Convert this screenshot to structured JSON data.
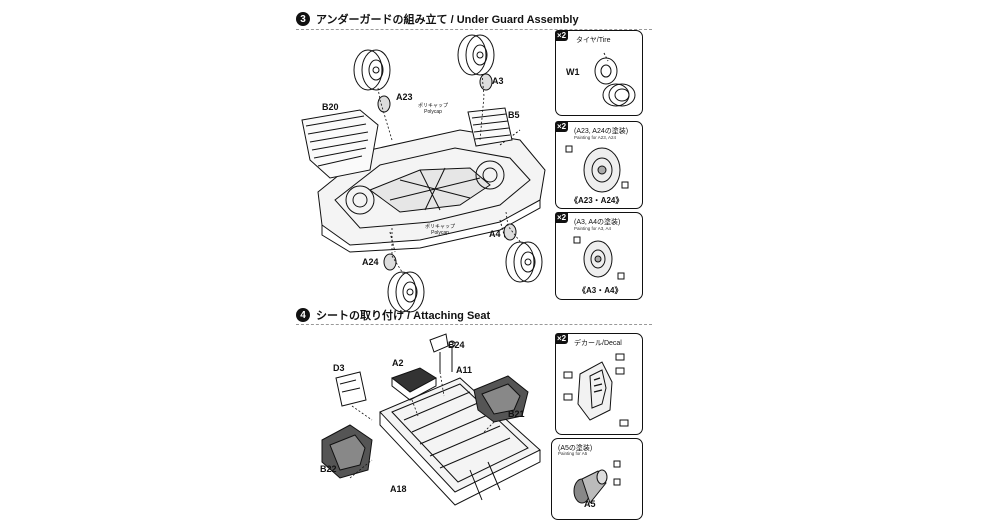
{
  "step3": {
    "number": "3",
    "title": "アンダーガードの組み立て / Under Guard Assembly",
    "parts": {
      "a23_top": "A23",
      "a3": "A3",
      "b20": "B20",
      "b5": "B5",
      "a24": "A24",
      "a4": "A4"
    },
    "polycap_top_jp": "ポリキャップ",
    "polycap_top_en": "Polycap",
    "polycap_bottom_jp": "ポリキャップ",
    "polycap_bottom_en": "Polycap",
    "boxes": {
      "tire": {
        "tag": "×2",
        "title": "タイヤ/Tire",
        "part": "W1"
      },
      "a23_a24": {
        "tag": "×2",
        "title": "(A23, A24の塗装)",
        "subtitle": "Painting for A23, A24",
        "caption": "《A23・A24》"
      },
      "a3_a4": {
        "tag": "×2",
        "title": "(A3, A4の塗装)",
        "subtitle": "Painting for A3, A4",
        "caption": "《A3・A4》"
      }
    }
  },
  "step4": {
    "number": "4",
    "title": "シートの取り付け / Attaching Seat",
    "parts": {
      "d3": "D3",
      "a2": "A2",
      "b24": "B24",
      "a11": "A11",
      "b21": "B21",
      "b22": "B22",
      "a18": "A18"
    },
    "boxes": {
      "decal": {
        "tag": "×2",
        "title": "デカール/Decal"
      },
      "a5": {
        "title": "(A5の塗装)",
        "subtitle": "Painting for A5",
        "part": "A5"
      }
    }
  }
}
